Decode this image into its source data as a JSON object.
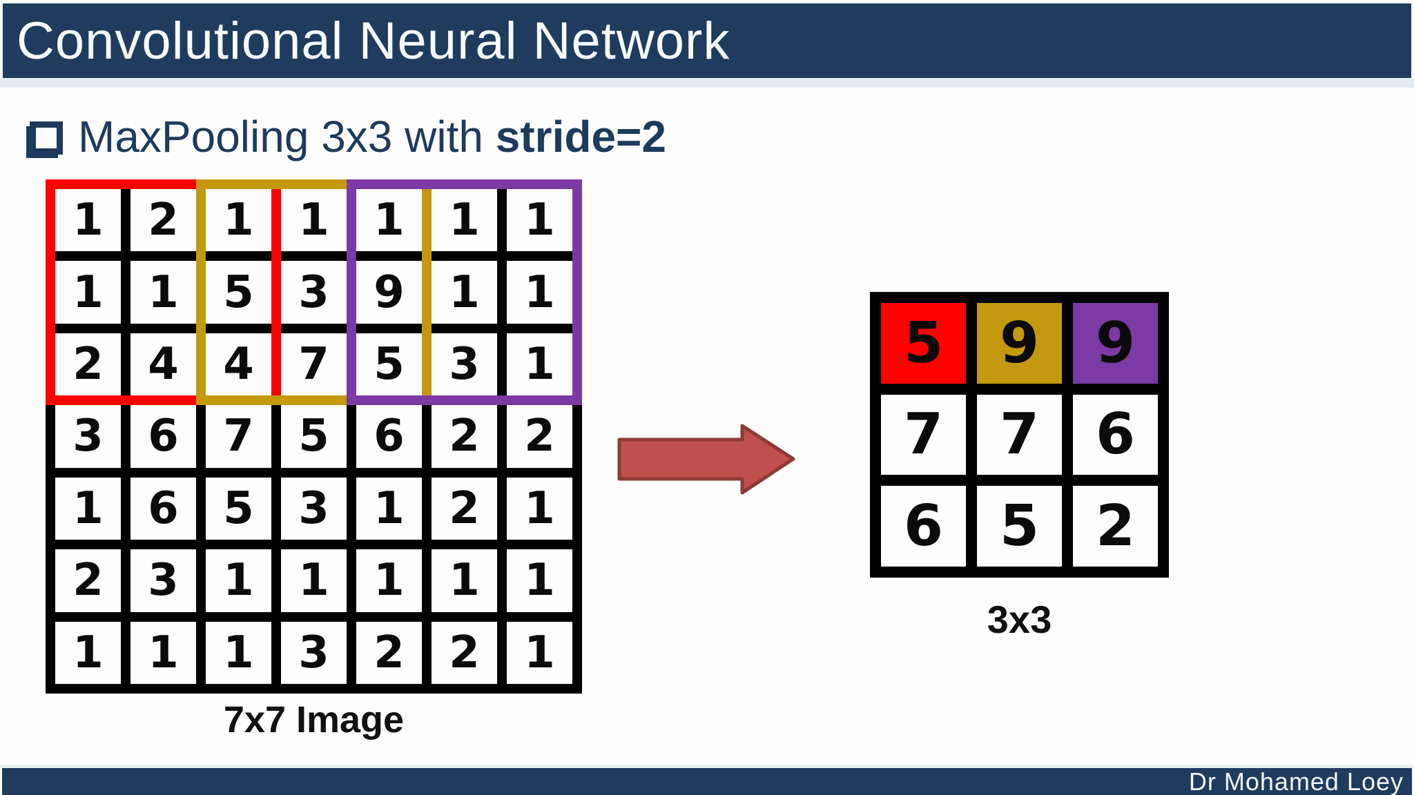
{
  "header": {
    "title": "Convolutional Neural Network"
  },
  "bullet": {
    "icon": "square-bullet-icon",
    "text_regular": "MaxPooling 3x3 with ",
    "text_bold": "stride=2"
  },
  "input_grid": {
    "label": "7x7 Image",
    "rows": [
      [
        1,
        2,
        1,
        1,
        1,
        1,
        1
      ],
      [
        1,
        1,
        5,
        3,
        9,
        1,
        1
      ],
      [
        2,
        4,
        4,
        7,
        5,
        3,
        1
      ],
      [
        3,
        6,
        7,
        5,
        6,
        2,
        2
      ],
      [
        1,
        6,
        5,
        3,
        1,
        2,
        1
      ],
      [
        2,
        3,
        1,
        1,
        1,
        1,
        1
      ],
      [
        1,
        1,
        1,
        3,
        2,
        2,
        1
      ]
    ],
    "windows": [
      {
        "name": "pooling-window-red",
        "color": "#fe0000",
        "cols": "1-3",
        "rows": "1-3",
        "max": 5
      },
      {
        "name": "pooling-window-gold",
        "color": "#c4980f",
        "cols": "3-5",
        "rows": "1-3",
        "max": 9
      },
      {
        "name": "pooling-window-purple",
        "color": "#7b3aa4",
        "cols": "5-7",
        "rows": "1-3",
        "max": 9
      }
    ]
  },
  "output_grid": {
    "label": "3x3",
    "rows": [
      [
        5,
        9,
        9
      ],
      [
        7,
        7,
        6
      ],
      [
        6,
        5,
        2
      ]
    ],
    "highlight_cells": [
      {
        "row": 0,
        "col": 0,
        "color": "#fe0000"
      },
      {
        "row": 0,
        "col": 1,
        "color": "#c4980f"
      },
      {
        "row": 0,
        "col": 2,
        "color": "#7b3aa4"
      }
    ]
  },
  "arrow": {
    "fill": "#c0504d",
    "stroke": "#8e3a37"
  },
  "footer": {
    "author": "Dr Mohamed Loey"
  },
  "colors": {
    "navy_bar": "#1f3b5e",
    "title_text": "#f8fafc",
    "bullet_text": "#1e3a5c",
    "grid_line": "#000000",
    "red": "#fe0000",
    "gold": "#c4980f",
    "purple": "#7b3aa4"
  }
}
